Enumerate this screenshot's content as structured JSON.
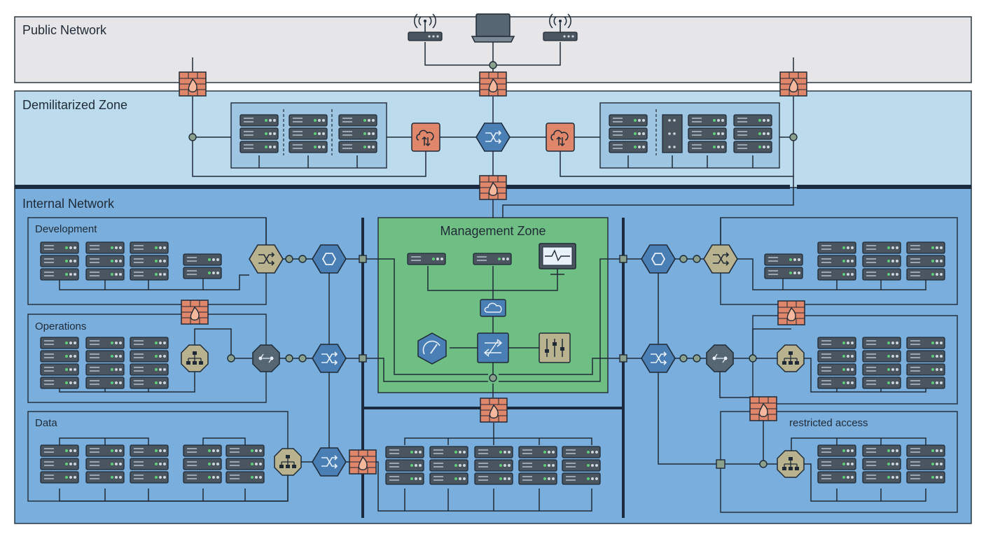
{
  "zones": {
    "public": "Public Network",
    "dmz": "Demilitarized Zone",
    "internal": "Internal Network",
    "development": "Development",
    "operations": "Operations",
    "data": "Data",
    "management": "Management Zone",
    "restricted": "restricted access"
  },
  "colors": {
    "public_bg": "#e6e6e8",
    "dmz_bg": "#bcdcee",
    "internal_bg": "#7aaedc",
    "management_bg": "#6fbf84",
    "firewall": "#e0866a",
    "switch": "#4a7fb5",
    "router": "#b9b28e",
    "server": "#4a5560",
    "line": "#1f2a36"
  },
  "icons": [
    "wireless-router-icon",
    "laptop-icon",
    "firewall-icon",
    "server-rack-icon",
    "cloud-upload-icon",
    "switch-icon",
    "hub-icon",
    "monitor-icon",
    "gauge-icon",
    "sliders-icon",
    "cloud-icon",
    "network-icon"
  ]
}
